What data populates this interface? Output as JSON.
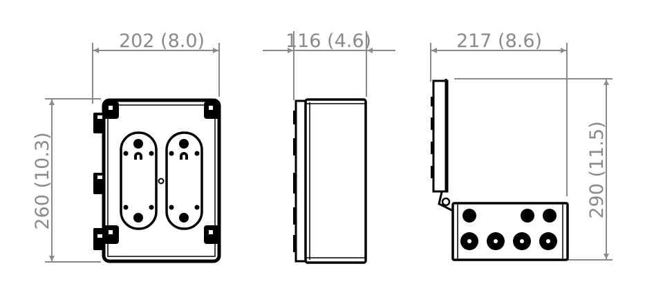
{
  "dimensions": {
    "front_width": "202 (8.0)",
    "front_height": "260 (10.3)",
    "side_depth": "116 (4.6)",
    "open_width": "217 (8.6)",
    "open_height": "290 (11.5)"
  },
  "colors": {
    "dimension_lines": "#8a8a8a",
    "outline": "#000000",
    "background": "#ffffff"
  }
}
